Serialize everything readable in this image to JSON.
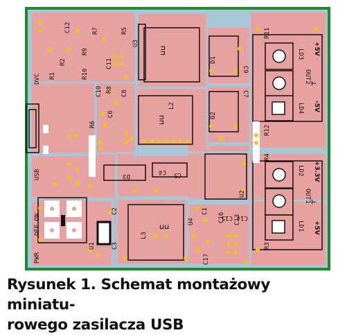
{
  "caption": {
    "line1": "Rysunek 1. Schemat montażowy miniatu-",
    "line2": "rowego zasilacza USB"
  },
  "board": {
    "colors": {
      "outline": "#1c8a2a",
      "pour": "#e8a1a1",
      "background": "#a9c6d6",
      "pad": "#f2c21a",
      "silk": "#111111",
      "keepout": "#ffffff"
    },
    "labels": {
      "c12": "C12",
      "r7": "R7",
      "r5": "R5",
      "r11": "R11",
      "u3": "U3",
      "r10": "R10",
      "r9": "R9",
      "r1": "R1",
      "r2": "R2",
      "r8": "R8",
      "c11": "C11",
      "c10": "C10",
      "c8": "C8",
      "c6": "C6",
      "c9": "C9",
      "r6": "R6",
      "c7": "C7",
      "l2": "L2",
      "d1": "D1",
      "d2": "D2",
      "ld3": "LD3",
      "ld4": "LD4",
      "ld2": "LD2",
      "ld1": "LD1",
      "r12": "R12",
      "r4": "R4",
      "r3": "R3",
      "d3": "D3",
      "c5": "C5",
      "c4": "C4",
      "u2": "U2",
      "c2": "C2",
      "c3": "C3",
      "u1": "U1",
      "l3": "L3",
      "u4": "U4",
      "c1": "C1",
      "c15": "C15",
      "c14": "C14",
      "c13": "C13",
      "c17": "C17",
      "c16": "C16",
      "dvc": "DVC",
      "usb": "USB",
      "pwr": "PWR",
      "off_on": "OFF ON",
      "out1": "OUT1",
      "out2": "OUT2",
      "plus5v_a": "+5V",
      "minus5v": "-5V",
      "plus33v": "+3.3V",
      "plus5v_b": "+5V",
      "gnd_a": "⊥",
      "gnd_b": "⊥",
      "ind1": "⊔⊔",
      "ind2": "⊔⊔",
      "ind3": "⊔⊔"
    }
  }
}
